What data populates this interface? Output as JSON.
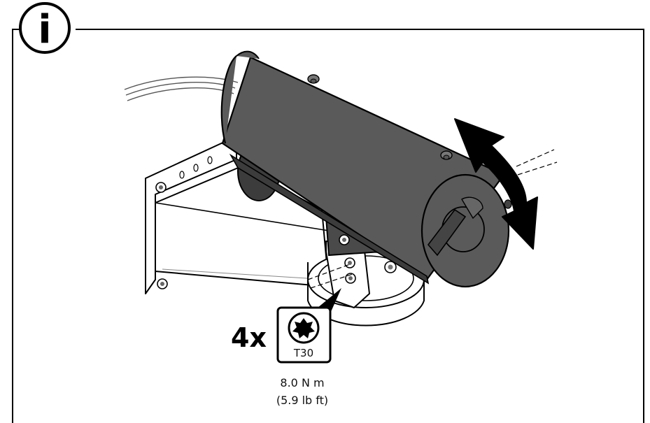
{
  "info_badge": {
    "glyph": "i"
  },
  "fastener": {
    "count_label": "4x",
    "tool_label": "T30",
    "tool_icon": "torx-bit-icon"
  },
  "torque": {
    "metric": "8.0 N m",
    "imperial": "(5.9 lb ft)"
  },
  "colors": {
    "frame": "#000000",
    "housing": "#5a5a5a",
    "housing_dark": "#3c3c3c",
    "mount": "#ffffff",
    "arrow": "#000000"
  }
}
